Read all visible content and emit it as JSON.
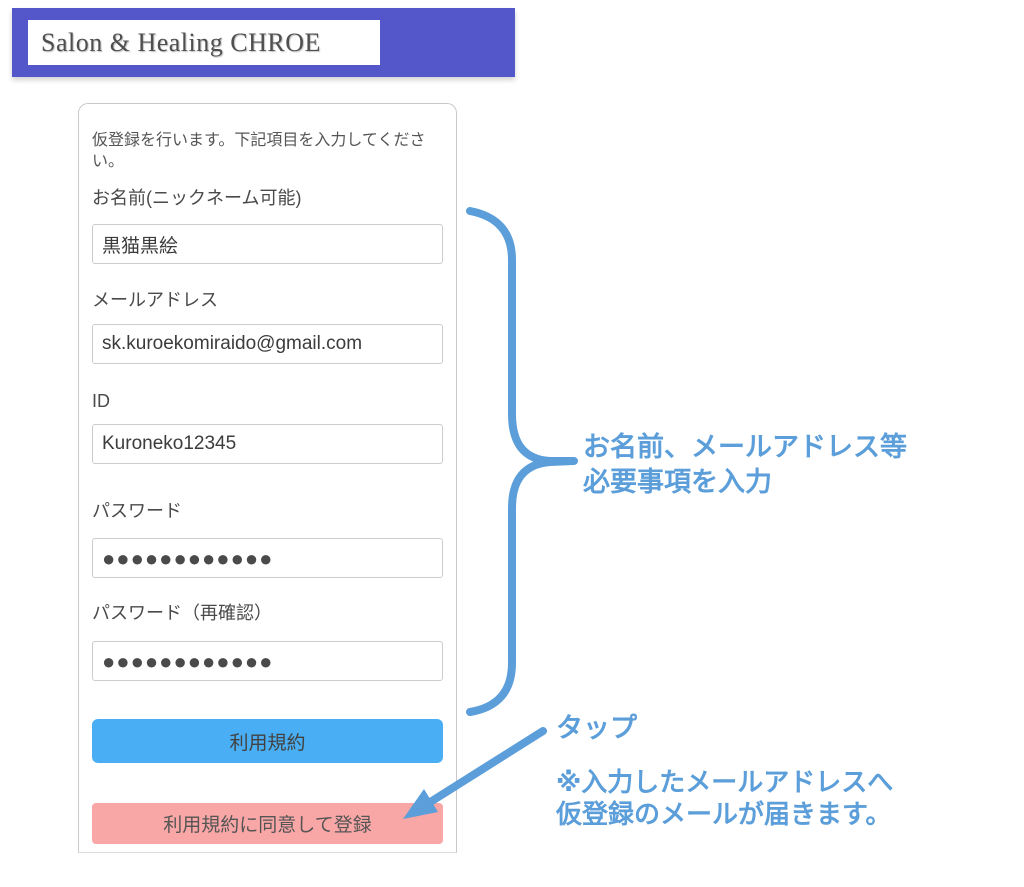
{
  "header": {
    "title": "Salon & Healing CHROE"
  },
  "form": {
    "instruction": "仮登録を行います。下記項目を入力してください。",
    "fields": [
      {
        "label": "お名前(ニックネーム可能)",
        "value": "黒猫黒絵"
      },
      {
        "label": "メールアドレス",
        "value": "sk.kuroekomiraido@gmail.com"
      },
      {
        "label": "ID",
        "value": "Kuroneko12345"
      },
      {
        "label": "パスワード",
        "value": "●●●●●●●●●●●●"
      },
      {
        "label": "パスワード（再確認）",
        "value": "●●●●●●●●●●●●"
      }
    ],
    "terms_button": "利用規約",
    "register_button": "利用規約に同意して登録"
  },
  "annotations": {
    "brace_note_line1": "お名前、メールアドレス等",
    "brace_note_line2": "必要事項を入力",
    "tap_label": "タップ",
    "mail_note_line1": "※入力したメールアドレスへ",
    "mail_note_line2": "仮登録のメールが届きます。",
    "color": "#5b9ed9"
  },
  "colors": {
    "header_bg": "#5457c9",
    "terms_button_bg": "#49aef3",
    "register_button_bg": "#f9a6a6",
    "annotation_blue": "#5b9ed9"
  }
}
